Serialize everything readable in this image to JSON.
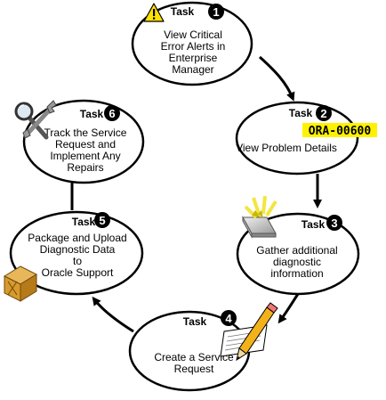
{
  "tasks": [
    {
      "title": "Task",
      "number": "1",
      "lines": [
        "View Critical",
        "Error Alerts in",
        "Enterprise",
        "Manager"
      ],
      "icon": "warning-icon"
    },
    {
      "title": "Task",
      "number": "2",
      "lines": [
        "View Problem Details"
      ],
      "icon": "error-code-label"
    },
    {
      "title": "Task",
      "number": "3",
      "lines": [
        "Gather additional",
        "diagnostic",
        "information"
      ],
      "icon": "spotlight-box-icon"
    },
    {
      "title": "Task",
      "number": "4",
      "lines": [
        "Create a Service",
        "Request"
      ],
      "icon": "pencil-form-icon"
    },
    {
      "title": "Task",
      "number": "5",
      "lines": [
        "Package and Upload",
        "Diagnostic Data",
        "to",
        "Oracle Support"
      ],
      "icon": "package-box-icon"
    },
    {
      "title": "Task",
      "number": "6",
      "lines": [
        "Track the Service",
        "Request and",
        "Implement Any",
        "Repairs"
      ],
      "icon": "wrench-magnifier-icon"
    }
  ],
  "error_code": "ORA-00600",
  "colors": {
    "warning_yellow": "#ffe100",
    "code_background": "#fff200",
    "box_tan": "#d99a2b",
    "arrow_spotlight": "#f2e640"
  }
}
